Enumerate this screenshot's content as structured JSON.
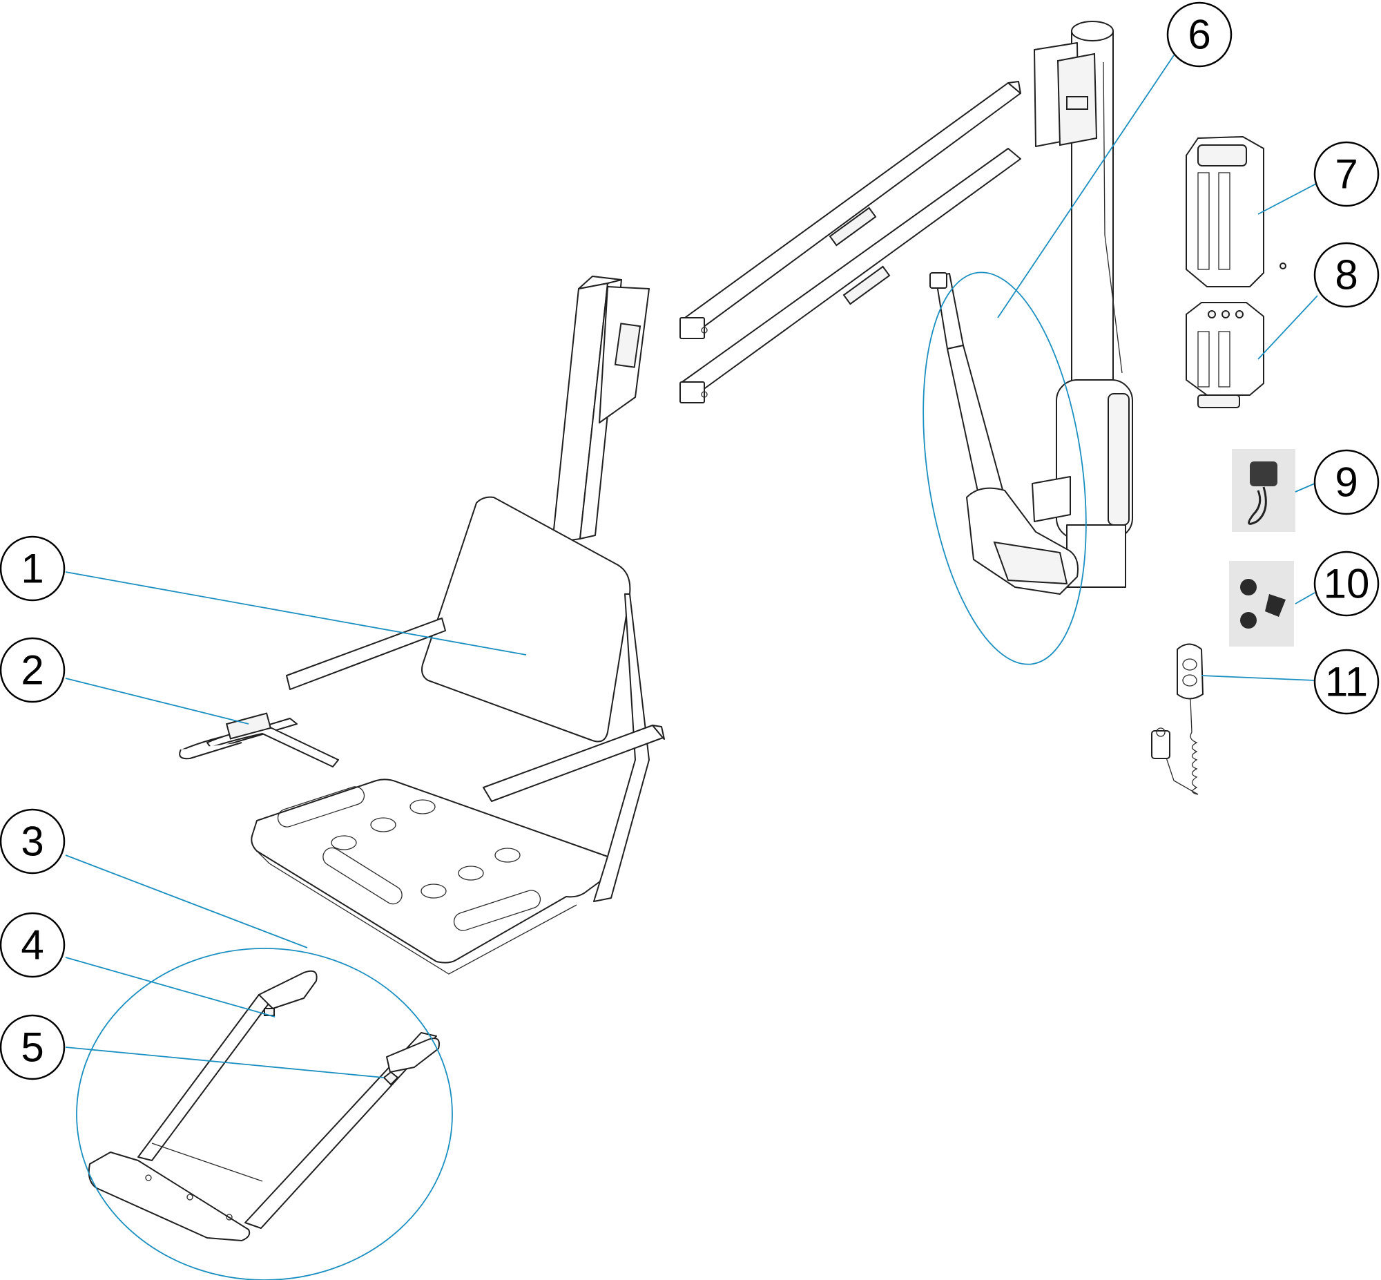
{
  "diagram": {
    "type": "exploded parts diagram",
    "leader_color": "#1a8fc0",
    "line_color": "#1f1f1f",
    "callouts": [
      {
        "number": "1"
      },
      {
        "number": "2"
      },
      {
        "number": "3"
      },
      {
        "number": "4"
      },
      {
        "number": "5"
      },
      {
        "number": "6"
      },
      {
        "number": "7"
      },
      {
        "number": "8"
      },
      {
        "number": "9"
      },
      {
        "number": "10"
      },
      {
        "number": "11"
      }
    ]
  }
}
